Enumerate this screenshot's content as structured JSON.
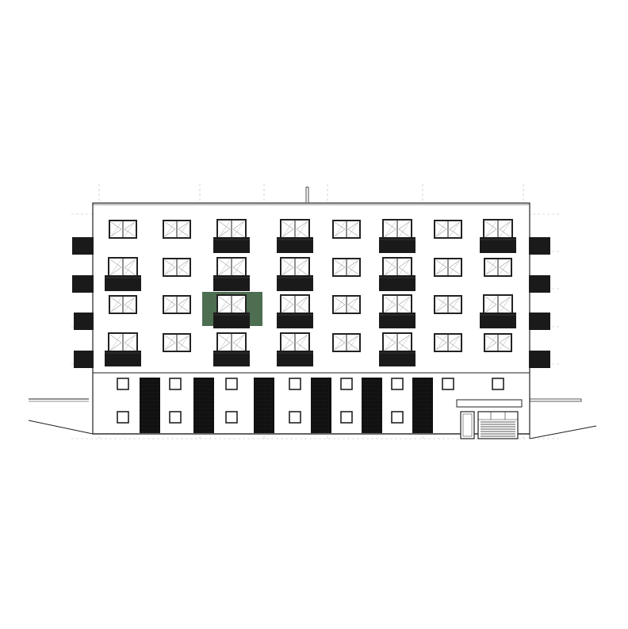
{
  "drawing": {
    "type": "building-elevation",
    "upper_floors": 4,
    "window_columns": 8,
    "ground_floor": {
      "window_rows": 2,
      "green_facade_panels": 6,
      "garage_door": true,
      "entrance_door": true
    },
    "colors": {
      "line": "#222222",
      "balcony": "#1a1a1a",
      "highlight": "#4d6e50",
      "guide": "#bbbbbb",
      "green_panel": "#111111"
    },
    "highlighted_unit": {
      "floor": 3,
      "column": 3
    }
  }
}
